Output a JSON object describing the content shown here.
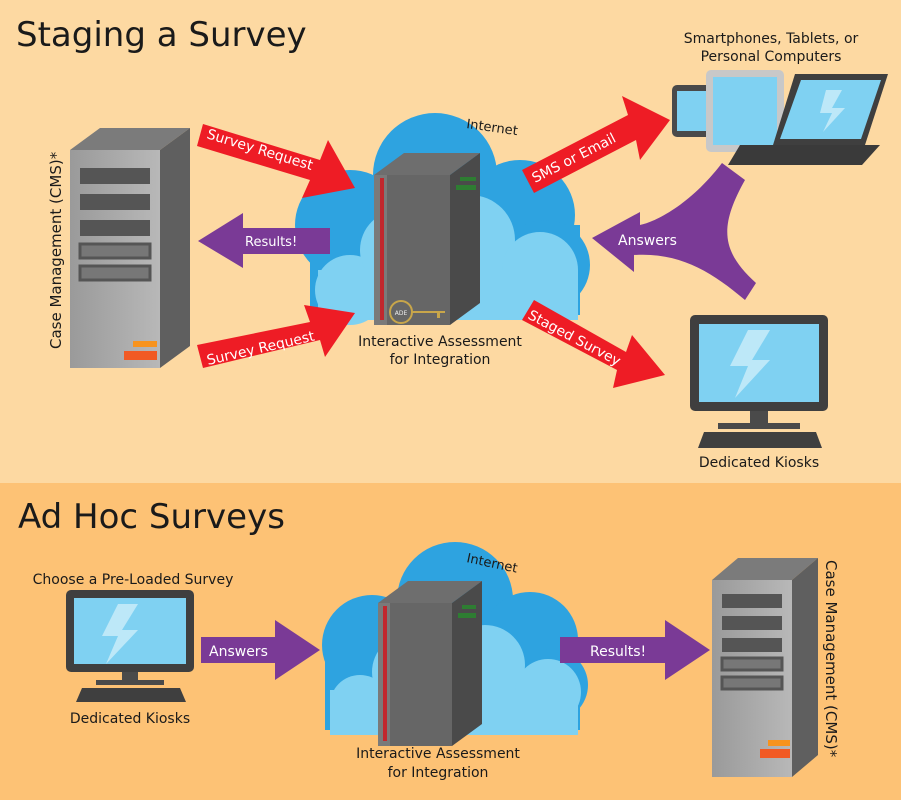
{
  "colors": {
    "top_bg": "#fdd9a2",
    "bottom_bg": "#fdc275",
    "red_arrow": "#ee1c25",
    "purple_arrow": "#7a3a96",
    "cloud_dark": "#2ea3e0",
    "cloud_light": "#7fd1f2"
  },
  "section_staging": {
    "title": "Staging a Survey",
    "cms_label": "Case Management (CMS)*",
    "arrow_survey_request_top": "Survey Request",
    "arrow_results": "Results!",
    "arrow_survey_request_bottom": "Survey Request",
    "internet_label": "Internet",
    "iai_label_line1": "Interactive Assessment",
    "iai_label_line2": "for Integration",
    "arrow_sms": "SMS or Email",
    "arrow_answers": "Answers",
    "arrow_staged": "Staged Survey",
    "devices_label_line1": "Smartphones, Tablets, or",
    "devices_label_line2": "Personal Computers",
    "kiosk_label": "Dedicated Kiosks",
    "logo_text": "ADE"
  },
  "section_adhoc": {
    "title": "Ad Hoc Surveys",
    "kiosk_top_label": "Choose a Pre-Loaded Survey",
    "kiosk_label": "Dedicated Kiosks",
    "arrow_answers": "Answers",
    "internet_label": "Internet",
    "iai_label_line1": "Interactive Assessment",
    "iai_label_line2": "for Integration",
    "arrow_results": "Results!",
    "cms_label": "Case Management (CMS)*"
  }
}
